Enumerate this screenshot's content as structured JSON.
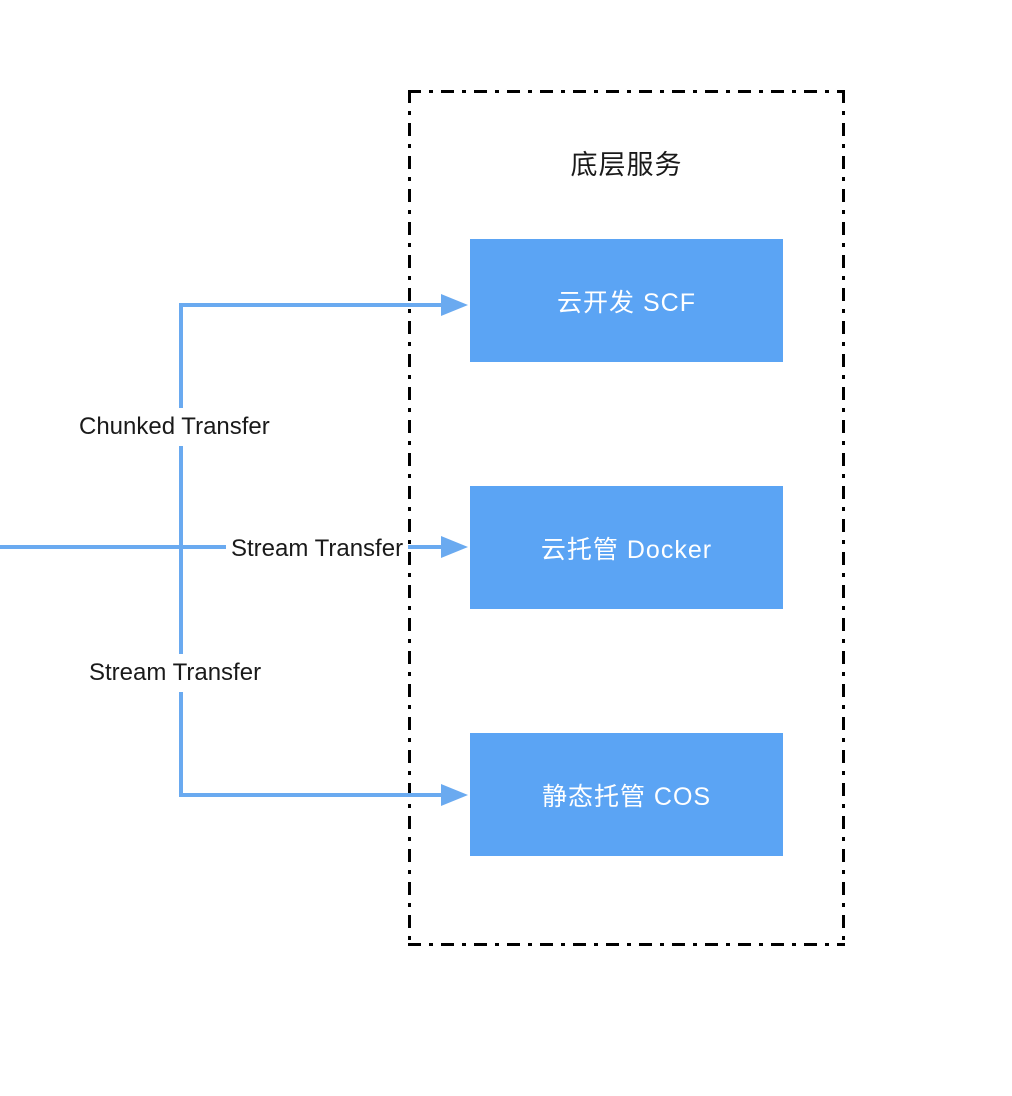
{
  "diagram": {
    "title": "底层服务",
    "background_color": "#ffffff",
    "accent_blue": "#5BA4F4",
    "connector_blue": "#6AAAF0",
    "border_color": "#000000",
    "border_style": "dash-dot",
    "container_label": "底层服务",
    "services": [
      {
        "id": "scf",
        "label": "云开发 SCF",
        "fill": "#5BA4F4",
        "text_color": "#ffffff"
      },
      {
        "id": "docker",
        "label": "云托管 Docker",
        "fill": "#5BA4F4",
        "text_color": "#ffffff"
      },
      {
        "id": "cos",
        "label": "静态托管 COS",
        "fill": "#5BA4F4",
        "text_color": "#ffffff"
      }
    ],
    "edges": [
      {
        "id": "edge-scf",
        "label": "Chunked Transfer",
        "target": "云开发 SCF"
      },
      {
        "id": "edge-docker",
        "label": "Stream Transfer",
        "target": "云托管 Docker"
      },
      {
        "id": "edge-cos",
        "label": "Stream Transfer",
        "target": "静态托管 COS"
      }
    ]
  }
}
